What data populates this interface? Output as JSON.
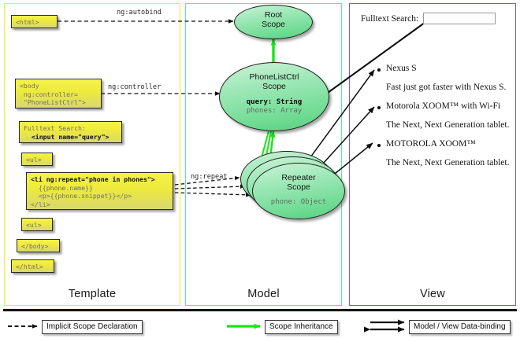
{
  "panels": {
    "template": {
      "label": "Template",
      "border_color": "#f2ea21"
    },
    "model": {
      "label": "Model",
      "border_color": "#55ebaa"
    },
    "view": {
      "label": "View",
      "border_color": "#6b5fe0"
    }
  },
  "template_boxes": [
    {
      "name": "html-open",
      "lines": [
        {
          "text": "<html>",
          "bold": false
        }
      ]
    },
    {
      "name": "body-open",
      "lines": [
        {
          "text": "<body",
          "bold": false
        },
        {
          "text": " ng:controller=",
          "bold": false
        },
        {
          "text": " \"PhoneListCtrl\">",
          "bold": false
        }
      ]
    },
    {
      "name": "fulltext-search",
      "lines": [
        {
          "text": "Fulltext Search:",
          "bold": false
        },
        {
          "text": "  <input name=\"query\">",
          "bold": true
        }
      ]
    },
    {
      "name": "ul-open",
      "lines": [
        {
          "text": "<ul>",
          "bold": false
        }
      ]
    },
    {
      "name": "li-repeat",
      "lines": [
        {
          "text": "<li ng:repeat=\"phone in phones\">",
          "bold": true
        },
        {
          "text": "  {{phone.name}}",
          "bold": false
        },
        {
          "text": "  <p>{{phone.snippet}}</p>",
          "bold": false
        },
        {
          "text": "</li>",
          "bold": false
        }
      ]
    },
    {
      "name": "ul-close",
      "lines": [
        {
          "text": "<ul>",
          "bold": false
        }
      ]
    },
    {
      "name": "body-close",
      "lines": [
        {
          "text": "</body>",
          "bold": false
        }
      ]
    },
    {
      "name": "html-close",
      "lines": [
        {
          "text": "</html>",
          "bold": false
        }
      ]
    }
  ],
  "scopes": [
    {
      "name": "root-scope",
      "title_line1": "Root",
      "title_line2": "Scope",
      "props": []
    },
    {
      "name": "phonelistctrl-scope",
      "title_line1": "PhoneListCtrl",
      "title_line2": "Scope",
      "props": [
        {
          "text": "query: String",
          "bold": true
        },
        {
          "text": "phones: Array",
          "bold": false
        }
      ]
    },
    {
      "name": "repeater-scope",
      "title_line1": "Repeater",
      "title_line2": "Scope",
      "props": [
        {
          "text": "phone: Object",
          "bold": false
        }
      ]
    }
  ],
  "edge_labels": [
    {
      "name": "ng-autobind",
      "text": "ng:autobind"
    },
    {
      "name": "ng-controller",
      "text": "ng:controller"
    },
    {
      "name": "ng-repeat",
      "text": "ng:repeat"
    }
  ],
  "view": {
    "search_label": "Fulltext Search:",
    "search_value": "",
    "phones": [
      {
        "name": "Nexus S",
        "snippet": "Fast just got faster with Nexus S."
      },
      {
        "name": "Motorola XOOM™  with Wi-Fi",
        "snippet": "The Next, Next Generation tablet."
      },
      {
        "name": "MOTOROLA XOOM™",
        "snippet": "The Next, Next Generation tablet."
      }
    ]
  },
  "legend": [
    {
      "name": "implicit-scope-declaration",
      "label": "Implicit Scope Declaration",
      "arrow": "dashed-black"
    },
    {
      "name": "scope-inheritance",
      "label": "Scope Inheritance",
      "arrow": "solid-green"
    },
    {
      "name": "model-view-data-binding",
      "label": "Model / View Data-binding",
      "arrow": "double-black"
    }
  ],
  "colors": {
    "template_border": "#f2ea21",
    "model_border": "#55ebaa",
    "view_border": "#6b5fe0",
    "inheritance_green": "#16e616",
    "code_box_yellow": "#eeea3d"
  }
}
